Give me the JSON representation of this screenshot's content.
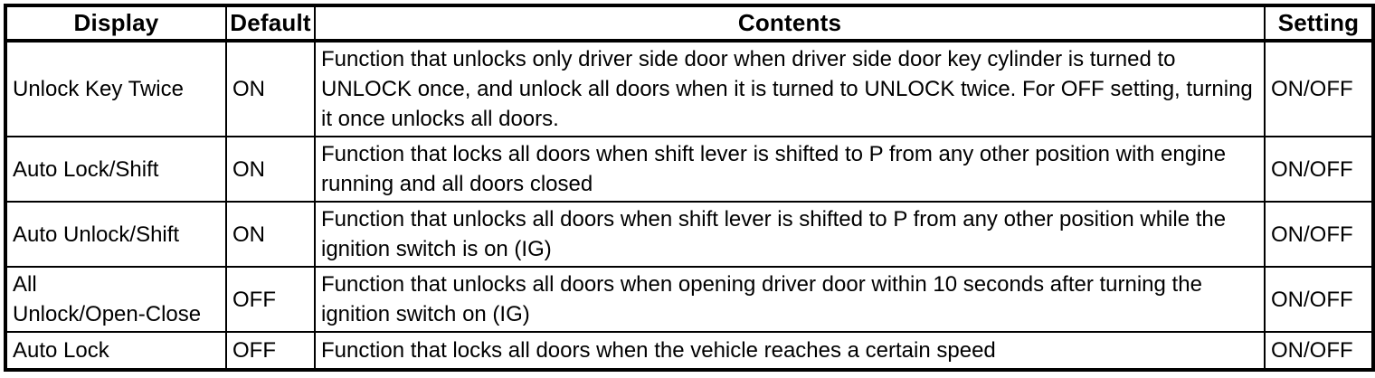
{
  "colors": {
    "background": "#ffffff",
    "border": "#000000",
    "text": "#000000"
  },
  "table": {
    "headers": [
      "Display",
      "Default",
      "Contents",
      "Setting"
    ],
    "rows": [
      {
        "display": "Unlock Key Twice",
        "default": "ON",
        "contents": "Function that unlocks only driver side door when driver side door key cylinder is turned to UNLOCK once, and unlock all doors when it is turned to UNLOCK twice. For OFF setting, turning it once unlocks all doors.",
        "setting": "ON/OFF"
      },
      {
        "display": "Auto Lock/Shift",
        "default": "ON",
        "contents": "Function that locks all doors when shift lever is shifted to P from any other position with engine running and all doors closed",
        "setting": "ON/OFF"
      },
      {
        "display": "Auto Unlock/Shift",
        "default": "ON",
        "contents": "Function that unlocks all doors when shift lever is shifted to P from any other position while the ignition switch is on (IG)",
        "setting": "ON/OFF"
      },
      {
        "display": "All\nUnlock/Open-Close",
        "default": "OFF",
        "contents": "Function that unlocks all doors when opening driver door within 10 seconds after turning the ignition switch on (IG)",
        "setting": "ON/OFF"
      },
      {
        "display": "Auto Lock",
        "default": "OFF",
        "contents": "Function that locks all doors when the vehicle reaches a certain speed",
        "setting": "ON/OFF"
      }
    ]
  }
}
